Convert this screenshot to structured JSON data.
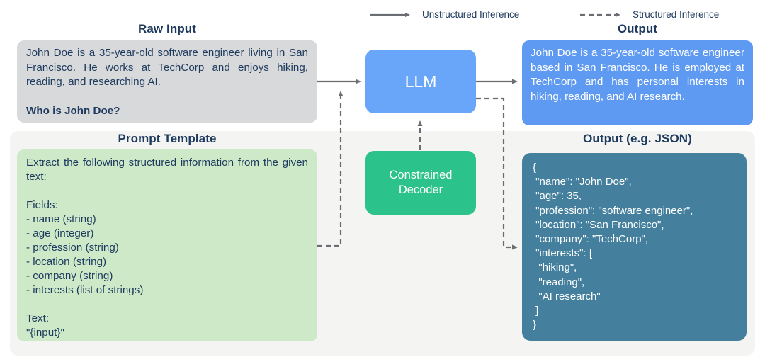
{
  "legend": {
    "unstructured_label": "Unstructured Inference",
    "structured_label": "Structured Inference"
  },
  "raw_input": {
    "title": "Raw Input",
    "body": "John Doe is a 35-year-old software engineer living in San Francisco. He works at TechCorp and enjoys hiking, reading, and researching AI.",
    "question": "Who is John Doe?"
  },
  "prompt_template": {
    "title": "Prompt Template",
    "intro": "Extract the following structured information from the given text:",
    "fields_label": "Fields:",
    "fields": [
      "- name (string)",
      "- age (integer)",
      "- profession (string)",
      "- location (string)",
      "- company (string)",
      "- interests (list of strings)"
    ],
    "text_label": "Text:",
    "input_placeholder": "\"{input}\""
  },
  "llm": {
    "label": "LLM"
  },
  "constrained_decoder": {
    "label": "Constrained Decoder"
  },
  "output_unstructured": {
    "title": "Output",
    "body": "John Doe is a 35-year-old software engineer based in San Francisco. He is employed at TechCorp and has personal interests in hiking, reading, and AI research."
  },
  "output_structured": {
    "title": "Output (e.g. JSON)",
    "json_lines": [
      "{",
      " \"name\": \"John Doe\",",
      " \"age\": 35,",
      " \"profession\": \"software engineer\",",
      " \"location\": \"San Francisco\",",
      " \"company\": \"TechCorp\",",
      " \"interests\": [",
      "  \"hiking\",",
      "  \"reading\",",
      "  \"AI research\"",
      " ]",
      "}"
    ]
  },
  "colors": {
    "text": "#1d3a5e",
    "raw-box": "#d8d9da",
    "prompt-box": "#cee9c8",
    "llm-box": "#69a5f8",
    "decoder-box": "#2cc28c",
    "output-box": "#5f9af2",
    "json-box": "#44809d",
    "panel": "#f4f4f2",
    "arrow": "#6a6e72"
  }
}
